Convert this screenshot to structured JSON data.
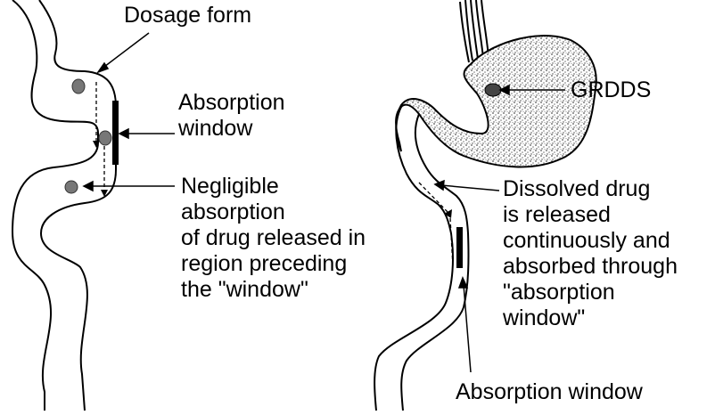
{
  "labels": {
    "dosage_form": "Dosage form",
    "absorption_window_left": [
      "Absorption",
      "window"
    ],
    "negligible_absorption": [
      "Negligible",
      "absorption",
      "of drug released in",
      "region preceding",
      "the \"window\""
    ],
    "grdds": "GRDDS",
    "dissolved_drug": [
      "Dissolved drug",
      "is released",
      "continuously and",
      "absorbed through",
      "\"absorption",
      "window\""
    ],
    "absorption_window_bottom": "Absorption window"
  },
  "colors": {
    "ink": "#000000",
    "particle": "#6f6f6f",
    "stomach_texture": "#8a8a8a"
  }
}
